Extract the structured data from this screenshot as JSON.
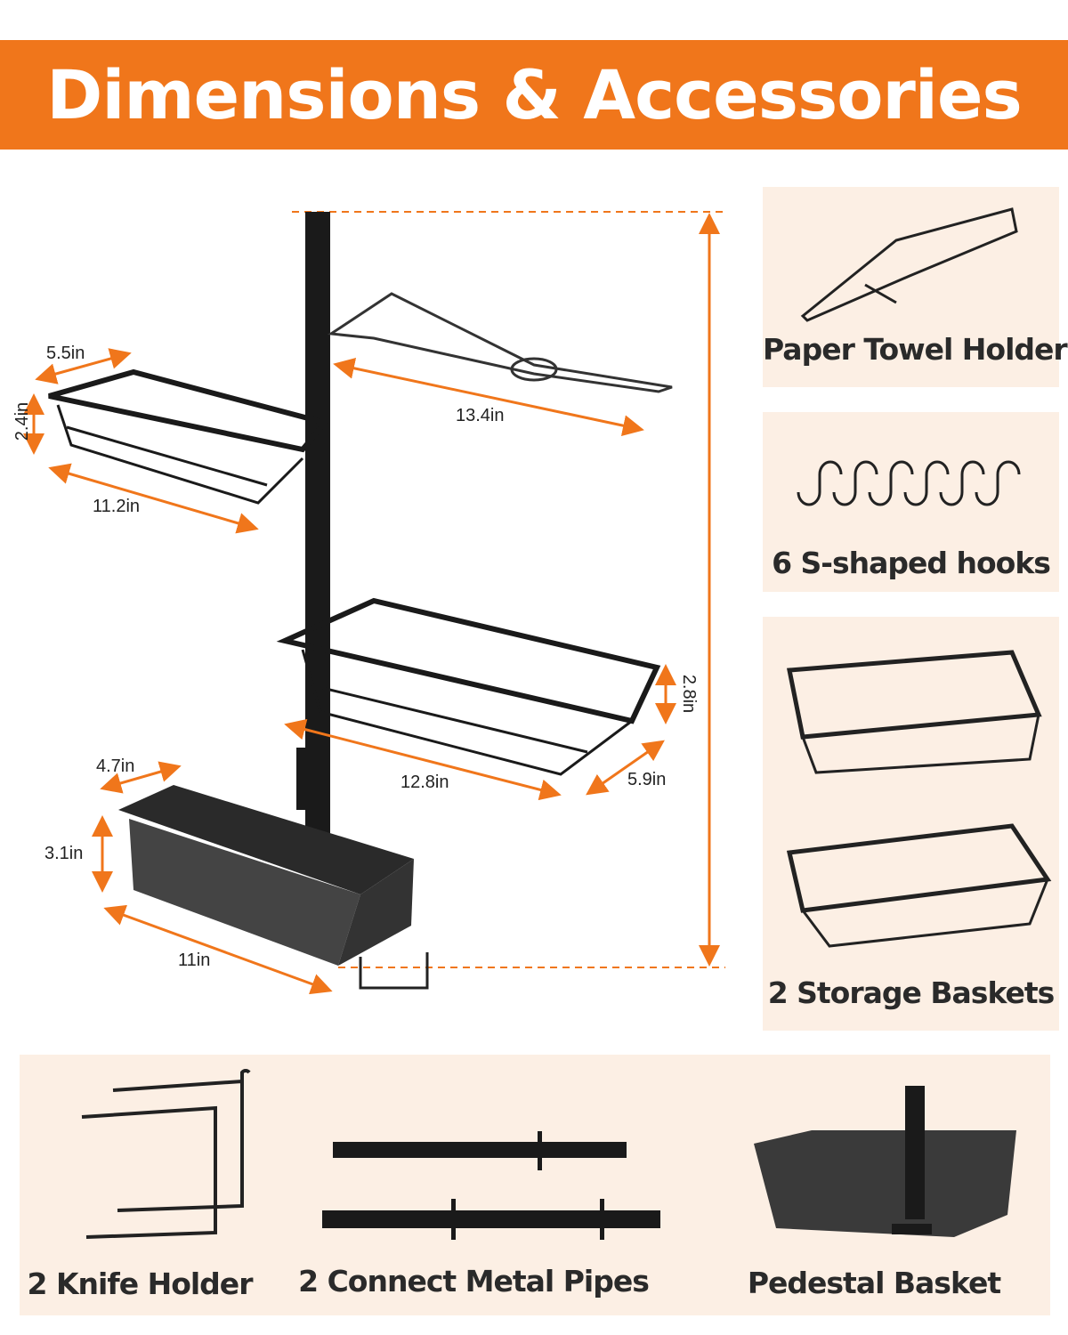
{
  "header": {
    "title": "Dimensions & Accessories"
  },
  "dimensions": {
    "top_basket_depth": "5.5in",
    "top_basket_height": "2.4in",
    "top_basket_length": "11.2in",
    "towel_holder_length": "13.4in",
    "middle_basket_height": "2.8in",
    "middle_basket_length": "12.8in",
    "middle_basket_depth": "5.9in",
    "bottom_basket_depth": "4.7in",
    "bottom_basket_height": "3.1in",
    "bottom_basket_length": "11in"
  },
  "accessories": [
    {
      "label": "Paper Towel Holder"
    },
    {
      "label": "6 S-shaped hooks"
    },
    {
      "label": "2 Storage Baskets"
    },
    {
      "label": "2 Knife Holder"
    },
    {
      "label": "2 Connect Metal Pipes"
    },
    {
      "label": "Pedestal Basket"
    }
  ],
  "colors": {
    "accent": "#f0761b",
    "panel": "#fcefe4"
  }
}
